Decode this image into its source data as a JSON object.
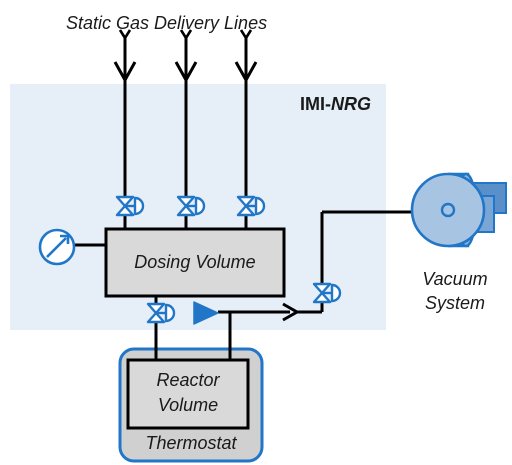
{
  "title": "Static Gas Delivery Lines",
  "brand": {
    "prefix": "IMI-",
    "suffix": "NRG"
  },
  "dosing_volume": "Dosing Volume",
  "vacuum": {
    "line1": "Vacuum",
    "line2": "System"
  },
  "reactor": {
    "line1": "Reactor",
    "line2": "Volume"
  },
  "thermostat": "Thermostat",
  "colors": {
    "panel": "#e6eef8",
    "valve": "#2176c7",
    "pump_dark": "#5b8fc9",
    "pump_light": "#a8c4e3",
    "box": "#d9d9d9",
    "thermostat_bg": "#d0d0d0",
    "thermostat_border": "#2176c7"
  }
}
